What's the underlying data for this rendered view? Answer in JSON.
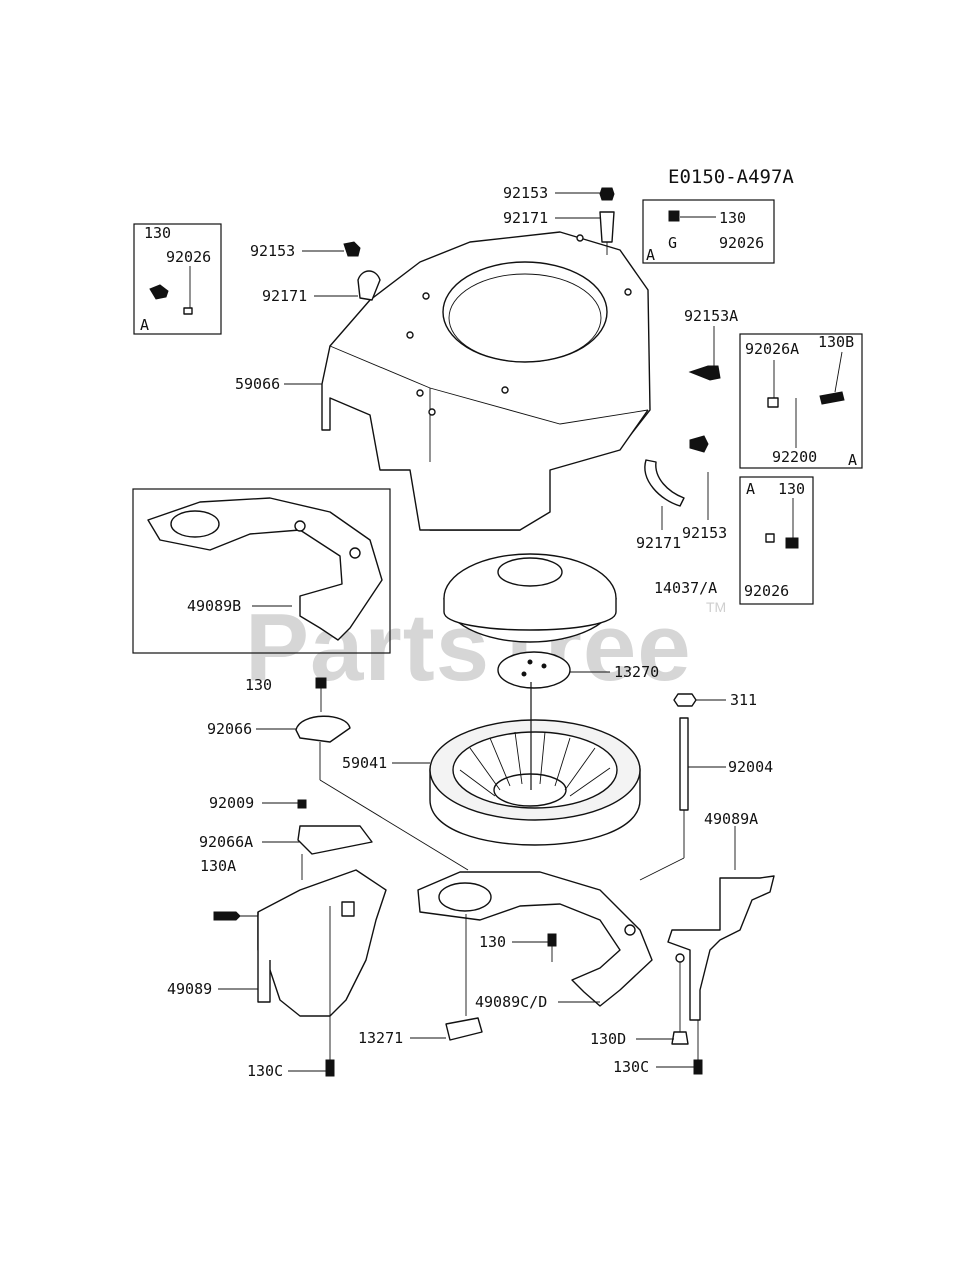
{
  "diagram_code": "E0150-A497A",
  "watermark": {
    "brand": "PartsTree",
    "trademark": "TM"
  },
  "callouts": {
    "c92153_top": "92153",
    "c92171_top": "92171",
    "c92153_left": "92153",
    "c92171_left": "92171",
    "c59066": "59066",
    "c92153A": "92153A",
    "c92153_right": "92153",
    "c92171_right": "92171",
    "c14037A": "14037/A",
    "c49089B": "49089B",
    "c13270": "13270",
    "c130_left": "130",
    "c92066": "92066",
    "c311": "311",
    "c59041": "59041",
    "c92004": "92004",
    "c92009": "92009",
    "c92066A": "92066A",
    "c130A": "130A",
    "c49089A": "49089A",
    "c130_mid": "130",
    "c49089": "49089",
    "c49089CD": "49089C/D",
    "c13271": "13271",
    "c130D": "130D",
    "c130C_left": "130C",
    "c130C_right": "130C"
  },
  "insets": {
    "left_box": {
      "p1": "130",
      "p2": "92026",
      "tag": "A"
    },
    "top_box": {
      "p1": "130",
      "p2": "92026",
      "tag": "A"
    },
    "right_box1": {
      "p1": "92026A",
      "p2": "130B",
      "p3": "92200",
      "tag": "A"
    },
    "right_box2": {
      "p1": "130",
      "p2": "92026",
      "tag": "A"
    }
  }
}
